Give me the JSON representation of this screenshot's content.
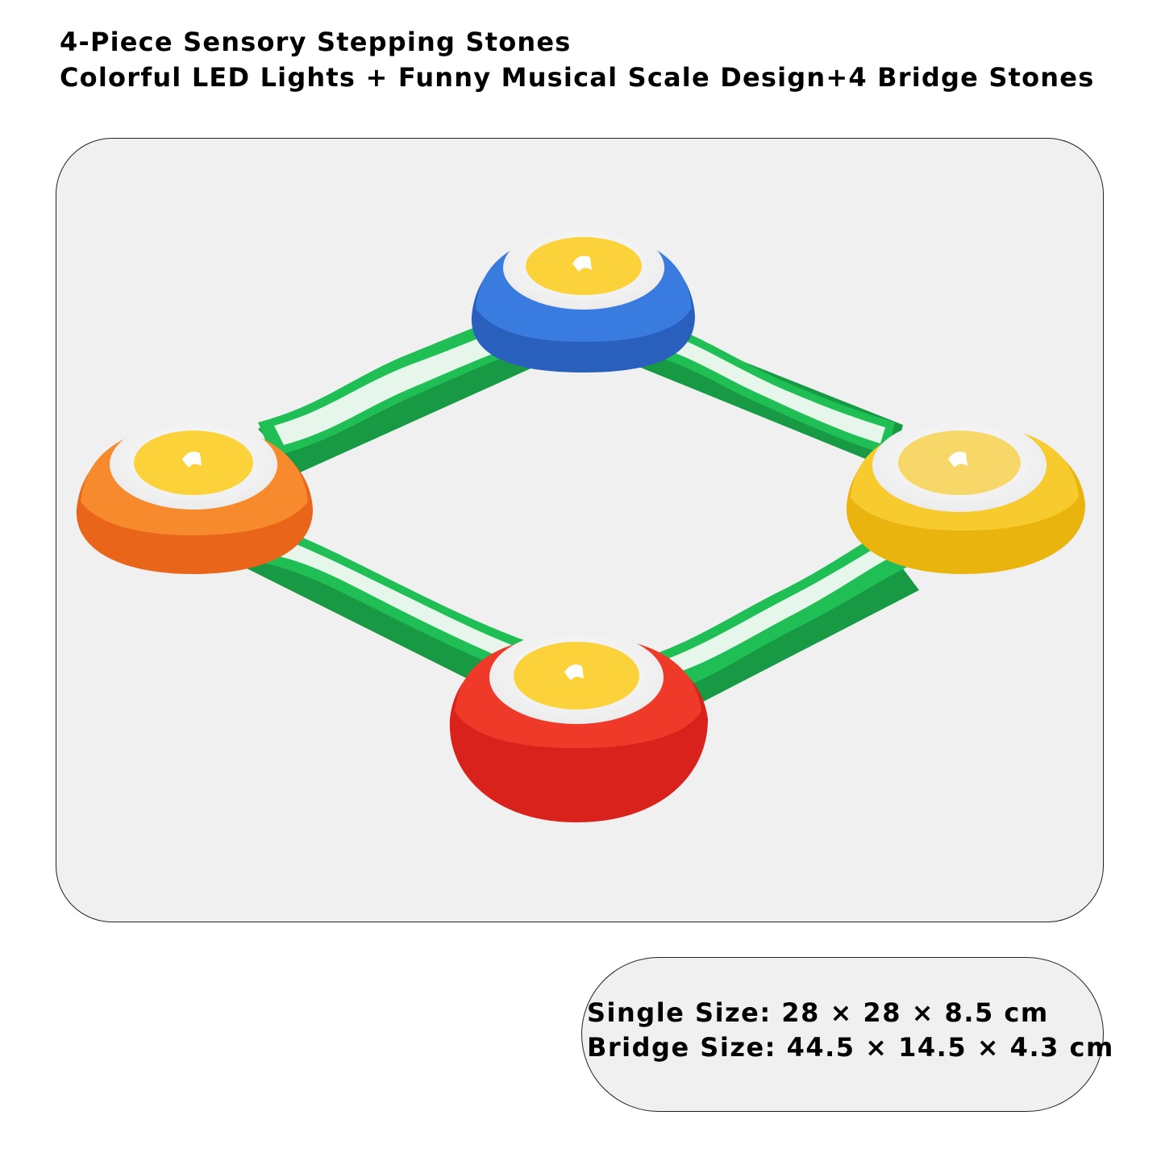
{
  "header": {
    "title_line1": "4-Piece Sensory Stepping Stones",
    "title_line2": "Colorful LED Lights + Funny Musical Scale Design+4 Bridge Stones"
  },
  "specs": {
    "single_size": "Single Size: 28 × 28 × 8.5 cm",
    "bridge_size": "Bridge Size: 44.5 × 14.5 × 4.3 cm"
  },
  "product_image": {
    "stone_colors": [
      "#2f6fd0",
      "#f57a1f",
      "#f4c41c",
      "#e3281e"
    ],
    "bridge_color": "#1fbf55",
    "bridge_pattern_color": "#23c06a",
    "dial_color": "#fbd23a"
  }
}
